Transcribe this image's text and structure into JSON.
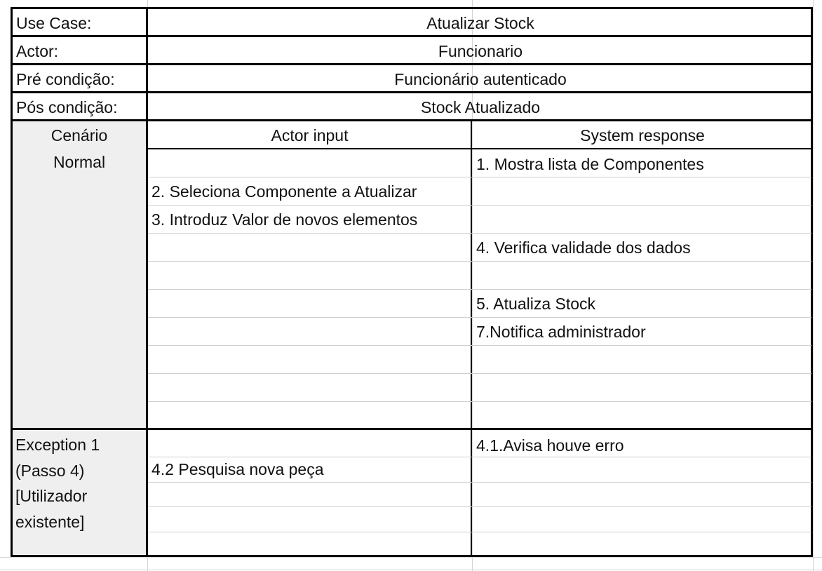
{
  "header_rows": [
    {
      "label": "Use Case:",
      "value": "Atualizar Stock"
    },
    {
      "label": "Actor:",
      "value": "Funcionario"
    },
    {
      "label": "Pré condição:",
      "value": "Funcionário autenticado"
    },
    {
      "label": "Pós condição:",
      "value": "Stock Atualizado"
    }
  ],
  "scenario": {
    "label_line1": "Cenário",
    "label_line2": "Normal",
    "col_actor": "Actor input",
    "col_system": "System response",
    "steps": {
      "s1": "1. Mostra lista de Componentes",
      "s2": "2. Seleciona Componente a Atualizar",
      "s3": "3. Introduz Valor de novos elementos",
      "s4": "4. Verifica validade dos dados",
      "s5": "5. Atualiza Stock",
      "s7": "7.Notifica administrador"
    }
  },
  "exception": {
    "label_lines": [
      "Exception 1",
      "(Passo 4)",
      "[Utilizador",
      "existente]"
    ],
    "system_step": "4.1.Avisa houve erro",
    "actor_step": "4.2 Pesquisa nova peça"
  }
}
